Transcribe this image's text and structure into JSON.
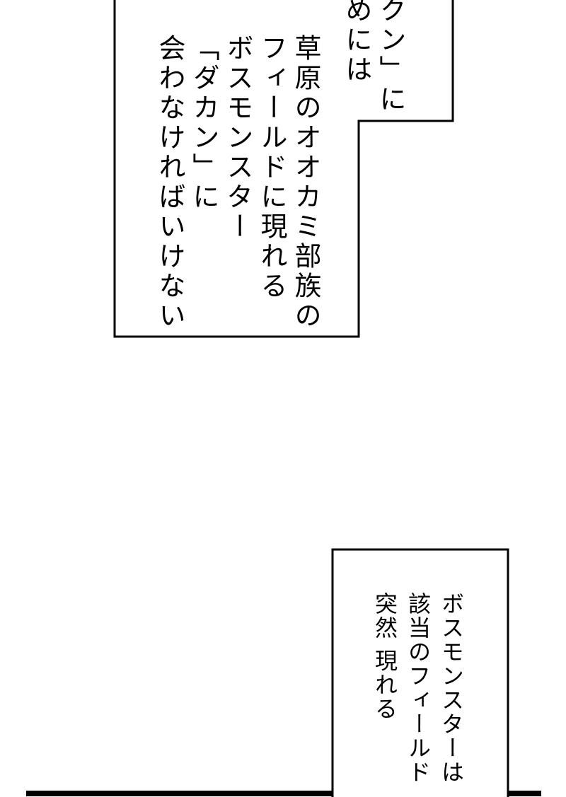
{
  "caption_top": {
    "lines_partial": [
      "クン」に",
      "めには"
    ],
    "lines": [
      "草原のオオカミ部族の",
      "フィールドに現れる",
      "ボスモンスター",
      "「ダカン」に",
      "会わなければいけない"
    ]
  },
  "caption_bottom": {
    "lines": [
      "ボスモンスターは",
      "該当のフィールド",
      "突然 現れる"
    ]
  },
  "colors": {
    "ink": "#000000",
    "paper": "#ffffff"
  }
}
